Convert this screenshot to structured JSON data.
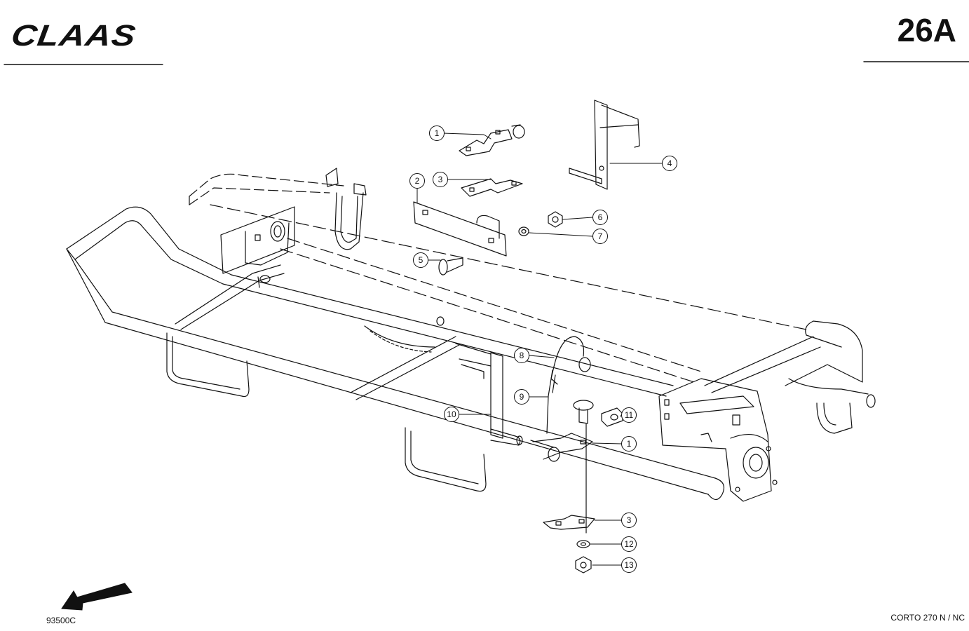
{
  "header": {
    "brand": "CLAAS",
    "sheet_number": "26A"
  },
  "footer": {
    "image_code": "93500C",
    "model": "CORTO 270 N / NC"
  },
  "callouts": [
    "1",
    "3",
    "4",
    "2",
    "6",
    "7",
    "5",
    "8",
    "9",
    "10",
    "11",
    "1",
    "3",
    "12",
    "13"
  ],
  "colors": {
    "ink": "#111111",
    "paper": "#ffffff"
  },
  "icons": {
    "direction_arrow": "arrow-down-left-icon"
  }
}
